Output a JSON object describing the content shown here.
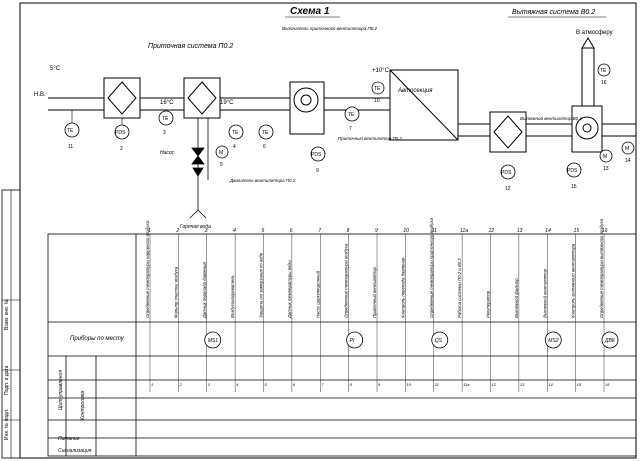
{
  "header": {
    "scheme_title": "Схема 1",
    "supply_title": "Приточная система П0.2",
    "exhaust_title": "Вытяжная система В0.2"
  },
  "labels": {
    "nv": "Н.В.",
    "temp_left": "5°С",
    "temp_mid": "16°С",
    "temp_right1": "19°С",
    "temp_right2": "+10°С",
    "to_atmosphere": "В атмосферу",
    "hot_water": "Горячая вода",
    "heat_exchanger": "Автосекция",
    "supply_fan_note": "Приточный вентилятор П0.2",
    "exhaust_fan_note": "Вытяжной вентилятор В0.1",
    "fan_switch_note": "Включатель приточного вентилятора П0.2",
    "pump_label": "Насос",
    "fan_motor_note": "Двигатель вентилятора П0.2"
  },
  "instruments": [
    {
      "tag": "ТЕ",
      "num": "11"
    },
    {
      "tag": "PDS",
      "num": "2"
    },
    {
      "tag": "TE",
      "num": "3"
    },
    {
      "tag": "TE",
      "num": "4"
    },
    {
      "tag": "M",
      "num": "5"
    },
    {
      "tag": "TE",
      "num": "6"
    },
    {
      "tag": "TE",
      "num": "7"
    },
    {
      "tag": "PDS",
      "num": "9"
    },
    {
      "tag": "TE",
      "num": "10"
    },
    {
      "tag": "PDS",
      "num": "12"
    },
    {
      "tag": "M",
      "num": "13"
    },
    {
      "tag": "PDS",
      "num": "15"
    },
    {
      "tag": "TE",
      "num": "16"
    },
    {
      "tag": "M",
      "num": "14"
    }
  ],
  "table": {
    "column_numbers": [
      "1",
      "2",
      "3",
      "4",
      "5",
      "6",
      "7",
      "8",
      "9",
      "10",
      "11",
      "11а",
      "12",
      "13",
      "14",
      "15",
      "16"
    ],
    "row_labels": [
      "Приборы по месту",
      "Щит управления",
      "Контроллер",
      "Питание",
      "Сигнализация"
    ],
    "device_tags": [
      "МS1",
      "PI",
      "QS",
      "МS2",
      "ДВК"
    ],
    "column_texts": [
      "Определение температуры наружного воздуха",
      "Фильтр очистки воздуха",
      "Датчик перепада давления",
      "Воздухонагреватель",
      "Защита от замерзания по воде",
      "Датчик температуры воды",
      "Насос циркуляционный",
      "Определение температуры воздуха",
      "Приточный вентилятор",
      "Контроль перепада давления",
      "Определение температуры приточного воздуха",
      "Работа системы П0.2 и В0.2",
      "Рекуператор",
      "Вытяжной фильтр",
      "Вытяжной вентилятор",
      "Контроль вытяжного вентилятора",
      "Определение температуры вытяжного воздуха"
    ]
  },
  "frame": {
    "side_labels": [
      "Инв. № подл.",
      "Подп. и дата",
      "Взам. инв. №"
    ]
  }
}
